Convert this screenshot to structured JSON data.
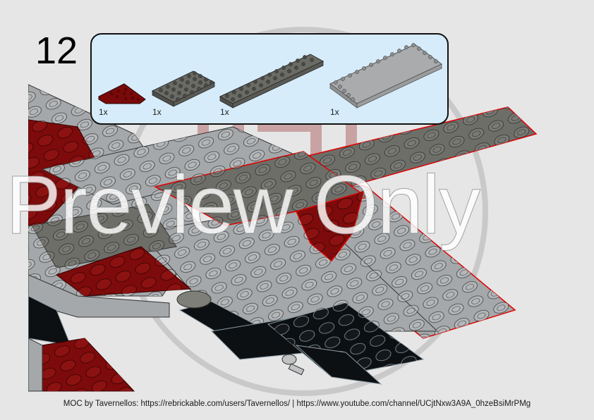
{
  "page": {
    "background": "#e6e6e6"
  },
  "step": {
    "number": "12"
  },
  "parts_callout": {
    "background": "#d6ecfa",
    "parts": [
      {
        "name": "dark-red-wedge-plate-4x4-corner",
        "color": "#7a0a0a",
        "quantity": "1x"
      },
      {
        "name": "dark-gray-plate-4x6",
        "color": "#6b6b66",
        "quantity": "1x"
      },
      {
        "name": "dark-gray-plate-2x12",
        "color": "#6b6b66",
        "quantity": "1x"
      },
      {
        "name": "light-gray-tile-6x12-with-edge-studs",
        "color": "#a9abac",
        "quantity": "1x"
      }
    ]
  },
  "model": {
    "colors": {
      "dark_red": "#7d0b0b",
      "dark_gray": "#6e6e69",
      "light_gray": "#a5a8aa",
      "black": "#0d1012",
      "highlight_outline": "#e00000"
    }
  },
  "watermark": {
    "text": "Preview Only"
  },
  "footer": {
    "credit": "MOC by Tavernellos: https://rebrickable.com/users/Tavernellos/ | https://www.youtube.com/channel/UCjtNxw3A9A_0hzeBsiMrPMg"
  }
}
